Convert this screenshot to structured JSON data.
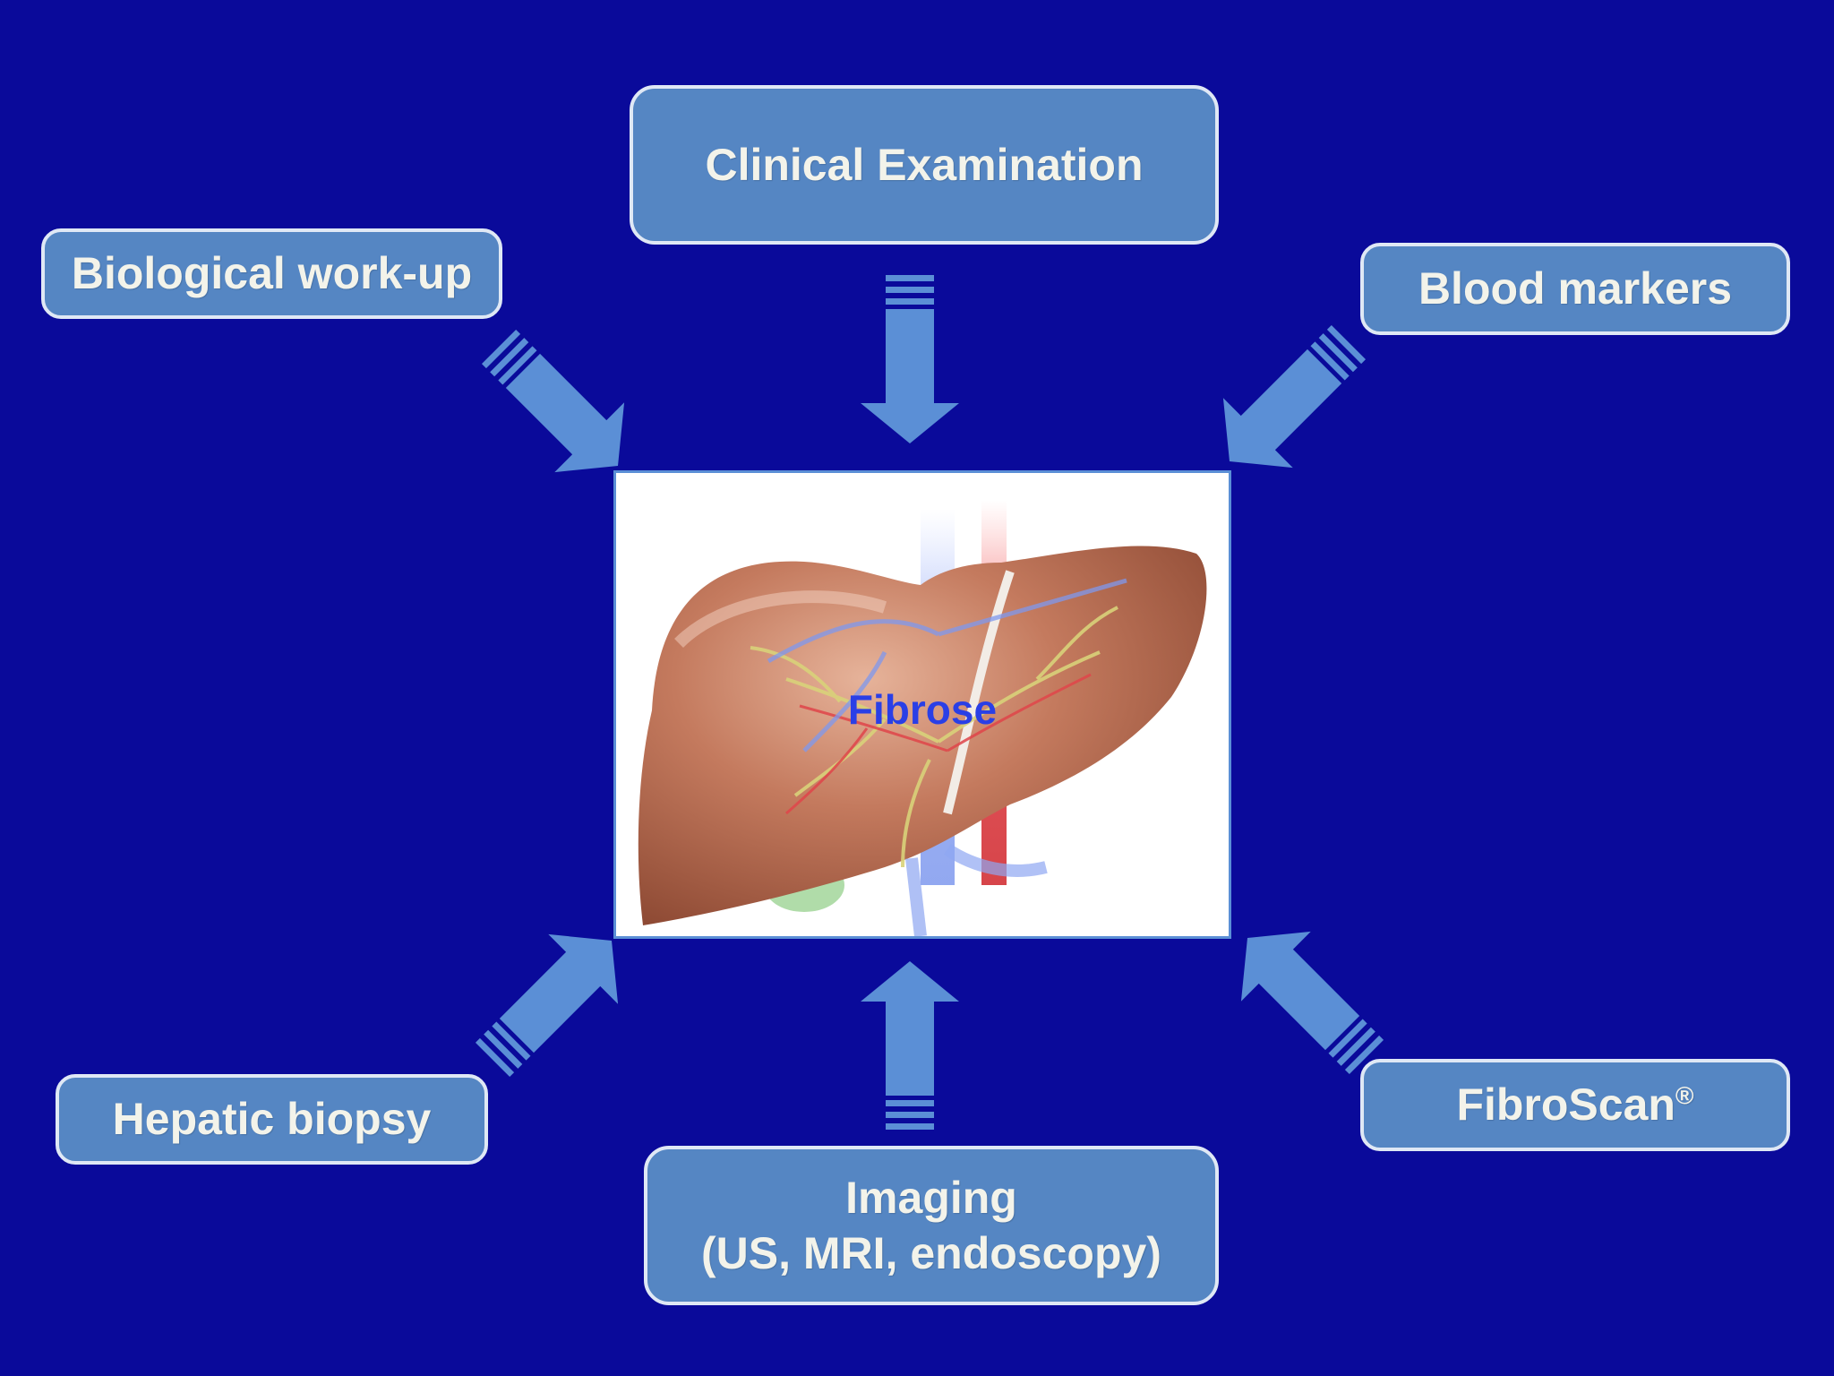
{
  "background_color": "#0a0a9a",
  "box_color": "#5586c3",
  "arrow_color": "#5b8fd6",
  "center": {
    "label": "Fibrose",
    "image": "liver-illustration"
  },
  "boxes": {
    "clinical": "Clinical Examination",
    "biological": "Biological work-up",
    "blood": "Blood markers",
    "hepatic": "Hepatic biopsy",
    "fibroscan": "FibroScan",
    "fibroscan_mark": "®",
    "imaging_line1": "Imaging",
    "imaging_line2": "(US, MRI, endoscopy)"
  }
}
